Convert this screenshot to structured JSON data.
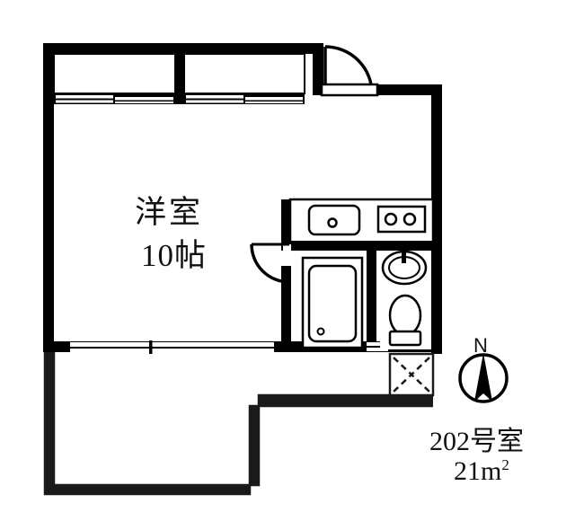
{
  "plan": {
    "room_name": "洋室",
    "room_size": "10帖",
    "unit_number": "202号室",
    "unit_area_value": "21m",
    "unit_area_exponent": "2",
    "compass_letter": "N",
    "colors": {
      "wall": "#000000",
      "line": "#1a1a1a",
      "background": "#ffffff",
      "text": "#111111"
    },
    "fixtures": {
      "sink": "kitchen-sink",
      "stove": "two-burner-stove",
      "washbasin": "washbasin",
      "toilet": "toilet",
      "bathtub": "bathtub",
      "entrance": "genkan-entrance",
      "balcony": "balcony"
    },
    "openings": {
      "entry_door": "entry-door-swing",
      "interior_door": "interior-door-swing",
      "window_top_left": "sliding-window",
      "window_top_right": "sliding-window",
      "window_bottom": "sliding-window"
    }
  }
}
